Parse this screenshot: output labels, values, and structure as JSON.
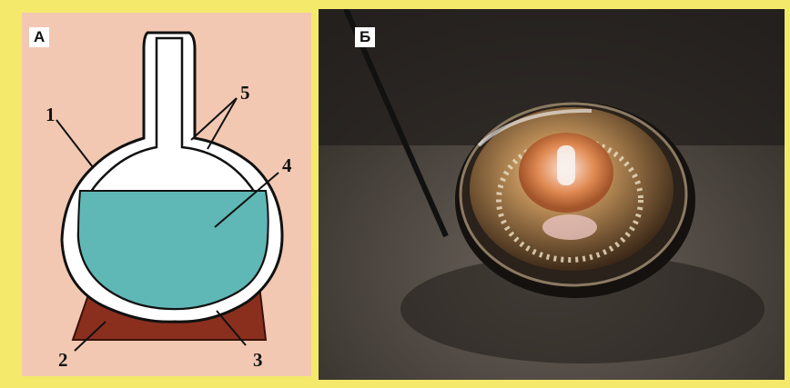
{
  "panel_a": {
    "letter": "А",
    "callouts": [
      "1",
      "2",
      "3",
      "4",
      "5"
    ]
  },
  "panel_b": {
    "letter": "Б"
  },
  "colors": {
    "background": "#f4e96a",
    "panel_a_bg": "#f2c8b2",
    "liquid": "#5fb8b5",
    "base": "#8a2f1e",
    "photo_bg": "#3b3530"
  }
}
